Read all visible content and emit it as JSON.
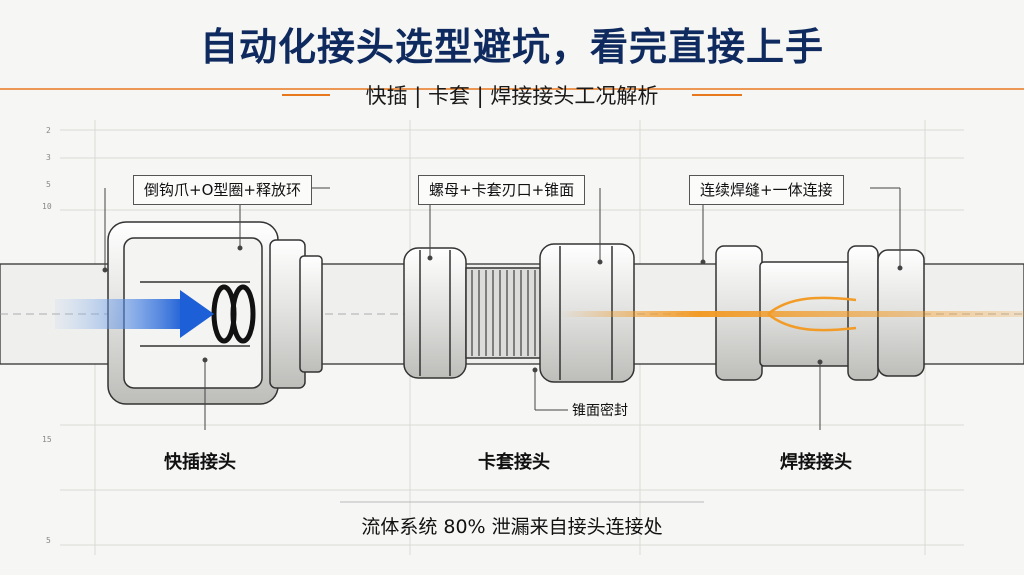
{
  "title": "自动化接头选型避坑，看完直接上手",
  "subtitle": "快插 | 卡套 | 焊接接头工况解析",
  "callouts": {
    "quick": "倒钩爪+O型圈+释放环",
    "ferrule": "螺母+卡套刃口+锥面",
    "weld": "连续焊缝+一体连接"
  },
  "labels": {
    "quick": "快插接头",
    "ferrule": "卡套接头",
    "weld": "焊接接头",
    "cone_seal": "锥面密封"
  },
  "stat": "流体系统 80% 泄漏来自接头连接处",
  "ticks": [
    "2",
    "3",
    "5",
    "10",
    "15",
    "5"
  ],
  "colors": {
    "title": "#0f2a5e",
    "accent": "#e8781e",
    "flow": "#1d5fd6",
    "glow": "#f29b27"
  }
}
